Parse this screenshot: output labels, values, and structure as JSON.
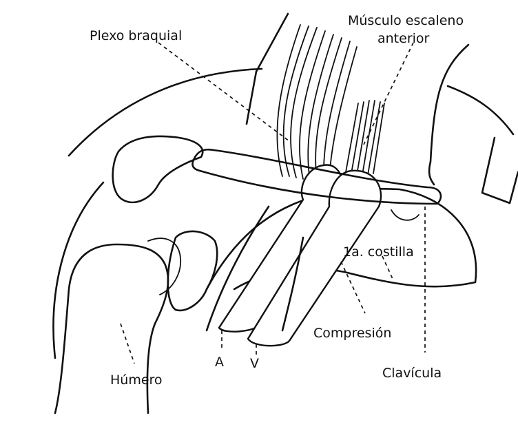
{
  "labels": {
    "plexo": "Plexo braquial",
    "musculo_1": "Músculo escaleno",
    "musculo_2": "anterior",
    "costilla": "1a. costilla",
    "compresion": "Compresión",
    "clavicula": "Clavícula",
    "humero": "Húmero",
    "arteria": "A",
    "vena": "V"
  }
}
